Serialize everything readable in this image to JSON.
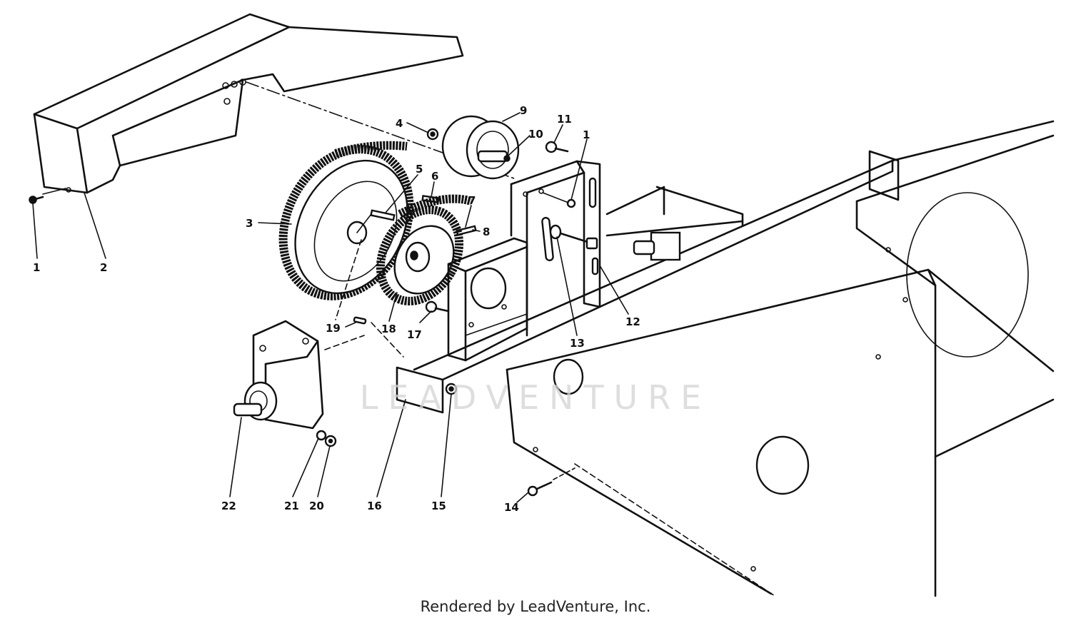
{
  "watermark": "LEADVENTURE",
  "credit": "Rendered by LeadVenture, Inc.",
  "callouts": {
    "c1a": "1",
    "c2": "2",
    "c3": "3",
    "c4": "4",
    "c5": "5",
    "c6": "6",
    "c7": "7",
    "c8": "8",
    "c9": "9",
    "c10": "10",
    "c11": "11",
    "c1b": "1",
    "c12": "12",
    "c13": "13",
    "c14": "14",
    "c15": "15",
    "c16": "16",
    "c17": "17",
    "c18": "18",
    "c19": "19",
    "c20": "20",
    "c21": "21",
    "c22": "22"
  }
}
